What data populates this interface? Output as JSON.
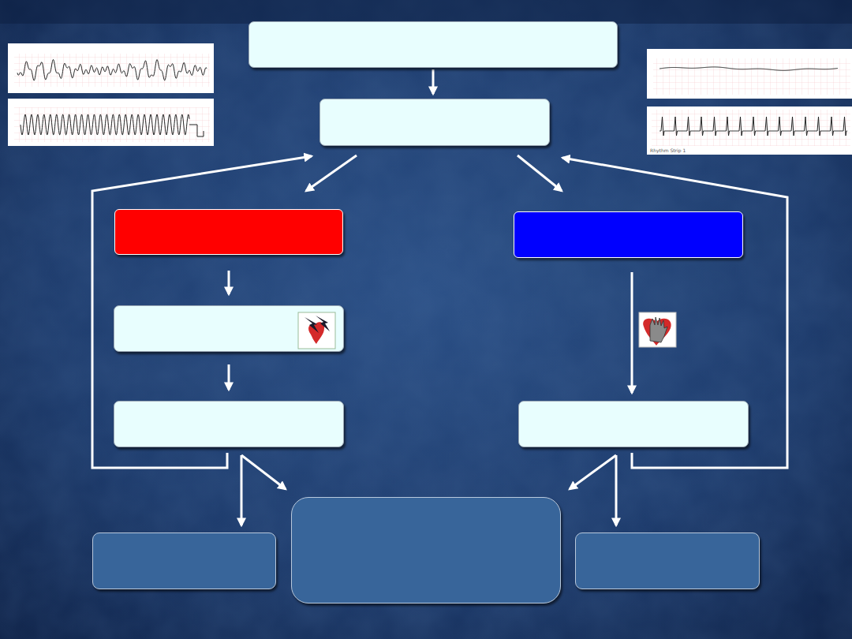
{
  "diagram": {
    "nodes": [
      {
        "text": []
      },
      {
        "text": []
      },
      {
        "text": []
      },
      {
        "text": []
      },
      {
        "text": []
      },
      {
        "text": []
      },
      {
        "text": []
      },
      {
        "text": []
      },
      {
        "text": []
      },
      {
        "text": []
      }
    ],
    "edges": [
      {
        "from": 0,
        "to": 1,
        "arrow": "to"
      },
      {
        "from": 1,
        "to": 2,
        "arrow": "to"
      },
      {
        "from": 1,
        "to": 3,
        "arrow": "to"
      },
      {
        "from": 2,
        "to": 4,
        "arrow": "to"
      },
      {
        "from": 4,
        "to": 5,
        "arrow": "to"
      },
      {
        "from": 3,
        "to": 6,
        "arrow": "to"
      },
      {
        "from": 5,
        "to": 1,
        "arrow": "to"
      },
      {
        "from": 6,
        "to": 1,
        "arrow": "to"
      },
      {
        "from": 5,
        "to": 7,
        "arrow": "to"
      },
      {
        "from": 5,
        "to": 8,
        "arrow": "to"
      },
      {
        "from": 6,
        "to": 8,
        "arrow": "to"
      },
      {
        "from": 6,
        "to": 9,
        "arrow": "to"
      }
    ],
    "labels": [
      "Rhythm Strip 1"
    ]
  }
}
